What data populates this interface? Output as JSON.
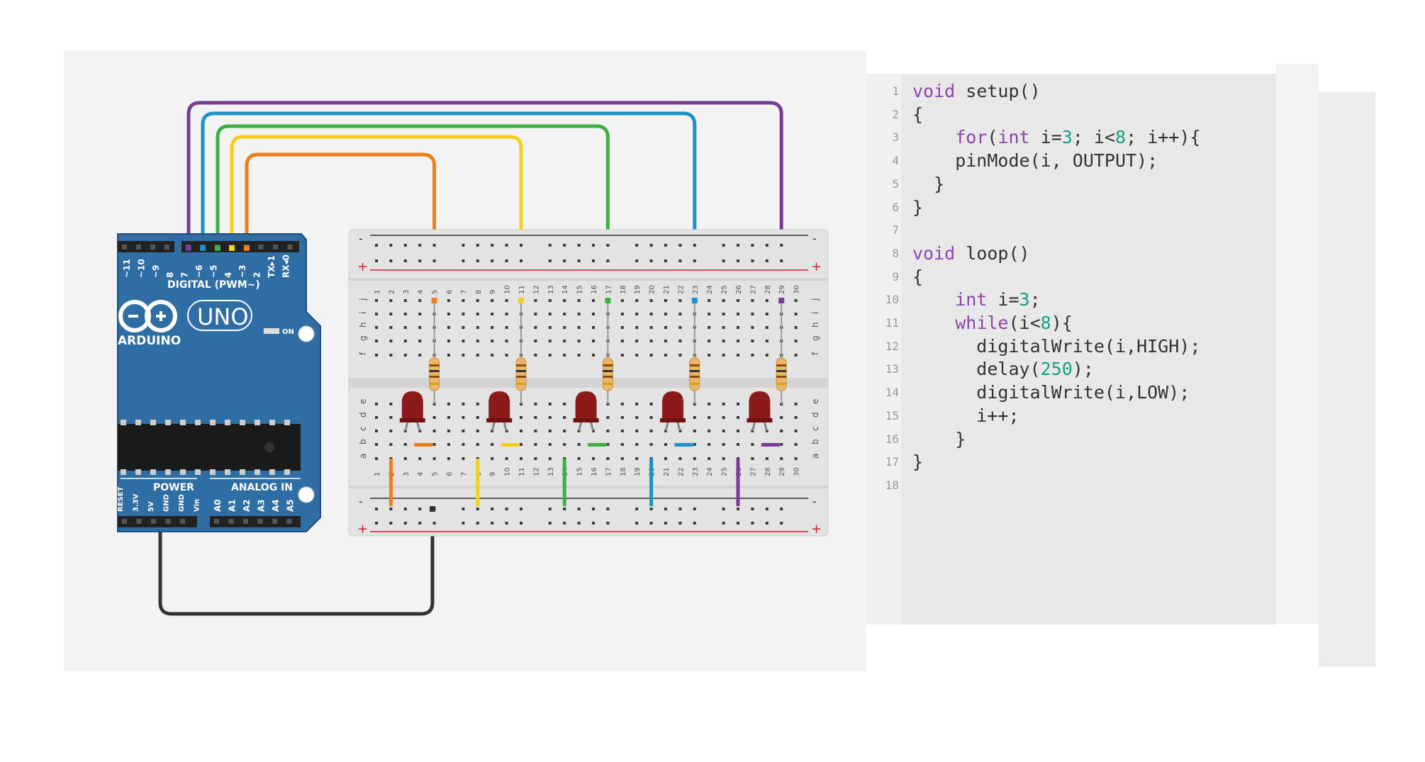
{
  "arduino": {
    "brand": "ARDUINO",
    "model": "UNO",
    "on_label": "ON",
    "digital_label": "DIGITAL (PWM~)",
    "power_label": "POWER",
    "analog_label": "ANALOG IN",
    "digital_pins": [
      "~11",
      "~10",
      "~9",
      "8",
      "7",
      "~6",
      "~5",
      "4",
      "~3",
      "2",
      "TX▸1",
      "RX◂0"
    ],
    "power_pins": [
      "RESET",
      "3.3V",
      "5V",
      "GND",
      "GND",
      "Vin"
    ],
    "analog_pins": [
      "A0",
      "A1",
      "A2",
      "A3",
      "A4",
      "A5"
    ]
  },
  "breadboard": {
    "rows_top": [
      "j",
      "i",
      "h",
      "g",
      "f"
    ],
    "rows_bottom": [
      "e",
      "d",
      "c",
      "b",
      "a"
    ],
    "columns": 30,
    "rail_minus": "-",
    "rail_plus": "+"
  },
  "leds": {
    "count": 5,
    "color": "#8b1a1a"
  },
  "wires": [
    {
      "pin": "7",
      "color": "#7a3b98"
    },
    {
      "pin": "~6",
      "color": "#1e90c8"
    },
    {
      "pin": "~5",
      "color": "#3cb043"
    },
    {
      "pin": "4",
      "color": "#f2d01c"
    },
    {
      "pin": "~3",
      "color": "#ee7d1a"
    },
    {
      "pin": "GND",
      "color": "#333333"
    }
  ],
  "code": {
    "lines": [
      [
        [
          "kw",
          "void"
        ],
        [
          "t",
          " setup()"
        ]
      ],
      [
        [
          "t",
          "{"
        ]
      ],
      [
        [
          "t",
          "    "
        ],
        [
          "kw",
          "for"
        ],
        [
          "t",
          "("
        ],
        [
          "kw",
          "int"
        ],
        [
          "t",
          " i="
        ],
        [
          "num",
          "3"
        ],
        [
          "t",
          "; i<"
        ],
        [
          "num",
          "8"
        ],
        [
          "t",
          "; i++){"
        ]
      ],
      [
        [
          "t",
          "    pinMode(i, OUTPUT);"
        ]
      ],
      [
        [
          "t",
          "  }"
        ]
      ],
      [
        [
          "t",
          "}"
        ]
      ],
      [
        [
          "t",
          ""
        ]
      ],
      [
        [
          "kw",
          "void"
        ],
        [
          "t",
          " loop()"
        ]
      ],
      [
        [
          "t",
          "{"
        ]
      ],
      [
        [
          "t",
          "    "
        ],
        [
          "kw",
          "int"
        ],
        [
          "t",
          " i="
        ],
        [
          "num",
          "3"
        ],
        [
          "t",
          ";"
        ]
      ],
      [
        [
          "t",
          "    "
        ],
        [
          "kw",
          "while"
        ],
        [
          "t",
          "(i<"
        ],
        [
          "num",
          "8"
        ],
        [
          "t",
          "){"
        ]
      ],
      [
        [
          "t",
          "      digitalWrite(i,HIGH);"
        ]
      ],
      [
        [
          "t",
          "      delay("
        ],
        [
          "num",
          "250"
        ],
        [
          "t",
          ");"
        ]
      ],
      [
        [
          "t",
          "      digitalWrite(i,LOW);"
        ]
      ],
      [
        [
          "t",
          "      i++;"
        ]
      ],
      [
        [
          "t",
          "    }"
        ]
      ],
      [
        [
          "t",
          "}"
        ]
      ],
      [
        [
          "t",
          ""
        ]
      ]
    ]
  }
}
